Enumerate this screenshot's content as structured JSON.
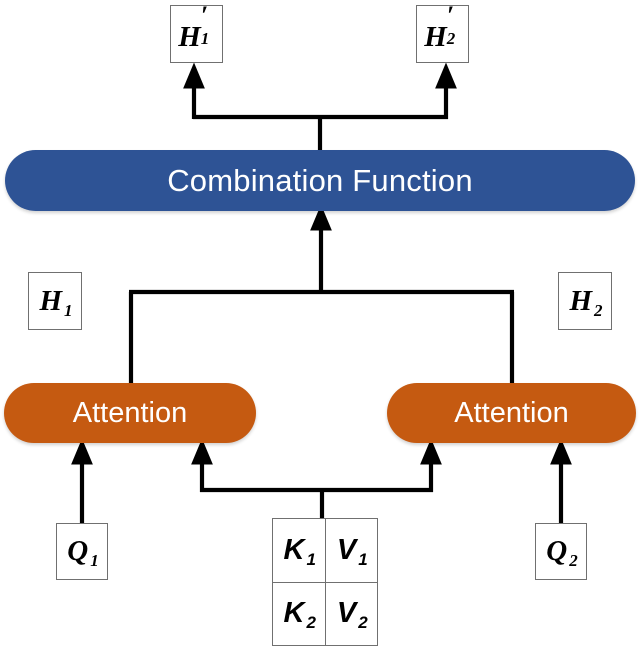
{
  "diagram": {
    "title": "Multi-head attention with combination function",
    "colors": {
      "combination_fill": "#2E5395",
      "attention_fill": "#C55A11",
      "box_stroke": "#707070",
      "wire_stroke": "#000000",
      "canvas": "#ffffff",
      "pill_text": "#ffffff",
      "box_text": "#000000"
    },
    "nodes": {
      "h_prime_1": {
        "base": "H",
        "prime": "′",
        "sub": "1",
        "full": "H′1"
      },
      "h_prime_2": {
        "base": "H",
        "prime": "′",
        "sub": "2",
        "full": "H′2"
      },
      "combination_function": {
        "label": "Combination Function"
      },
      "h_1": {
        "base": "H",
        "sub": "1",
        "full": "H1"
      },
      "h_2": {
        "base": "H",
        "sub": "2",
        "full": "H2"
      },
      "attention_left": {
        "label": "Attention"
      },
      "attention_right": {
        "label": "Attention"
      },
      "q_1": {
        "base": "Q",
        "sub": "1",
        "full": "Q1"
      },
      "q_2": {
        "base": "Q",
        "sub": "2",
        "full": "Q2"
      },
      "kv_table": {
        "rows": [
          [
            {
              "base": "K",
              "sub": "1",
              "full": "K1"
            },
            {
              "base": "V",
              "sub": "1",
              "full": "V1"
            }
          ],
          [
            {
              "base": "K",
              "sub": "2",
              "full": "K2"
            },
            {
              "base": "V",
              "sub": "2",
              "full": "V2"
            }
          ]
        ]
      }
    },
    "edges": [
      {
        "name": "combination-to-h-primes",
        "from": "combination_function",
        "to": [
          "h_prime_1",
          "h_prime_2"
        ],
        "style": "split-arrow-up"
      },
      {
        "name": "attentions-to-combination",
        "from": [
          "attention_left",
          "attention_right"
        ],
        "to": "combination_function",
        "style": "merge-arrow-up"
      },
      {
        "name": "kv-to-attentions",
        "from": "kv_table",
        "to": [
          "attention_left",
          "attention_right"
        ],
        "style": "split-arrow-up"
      },
      {
        "name": "q1-to-attention-left",
        "from": "q_1",
        "to": "attention_left",
        "style": "arrow-up"
      },
      {
        "name": "q2-to-attention-right",
        "from": "q_2",
        "to": "attention_right",
        "style": "arrow-up"
      }
    ]
  }
}
